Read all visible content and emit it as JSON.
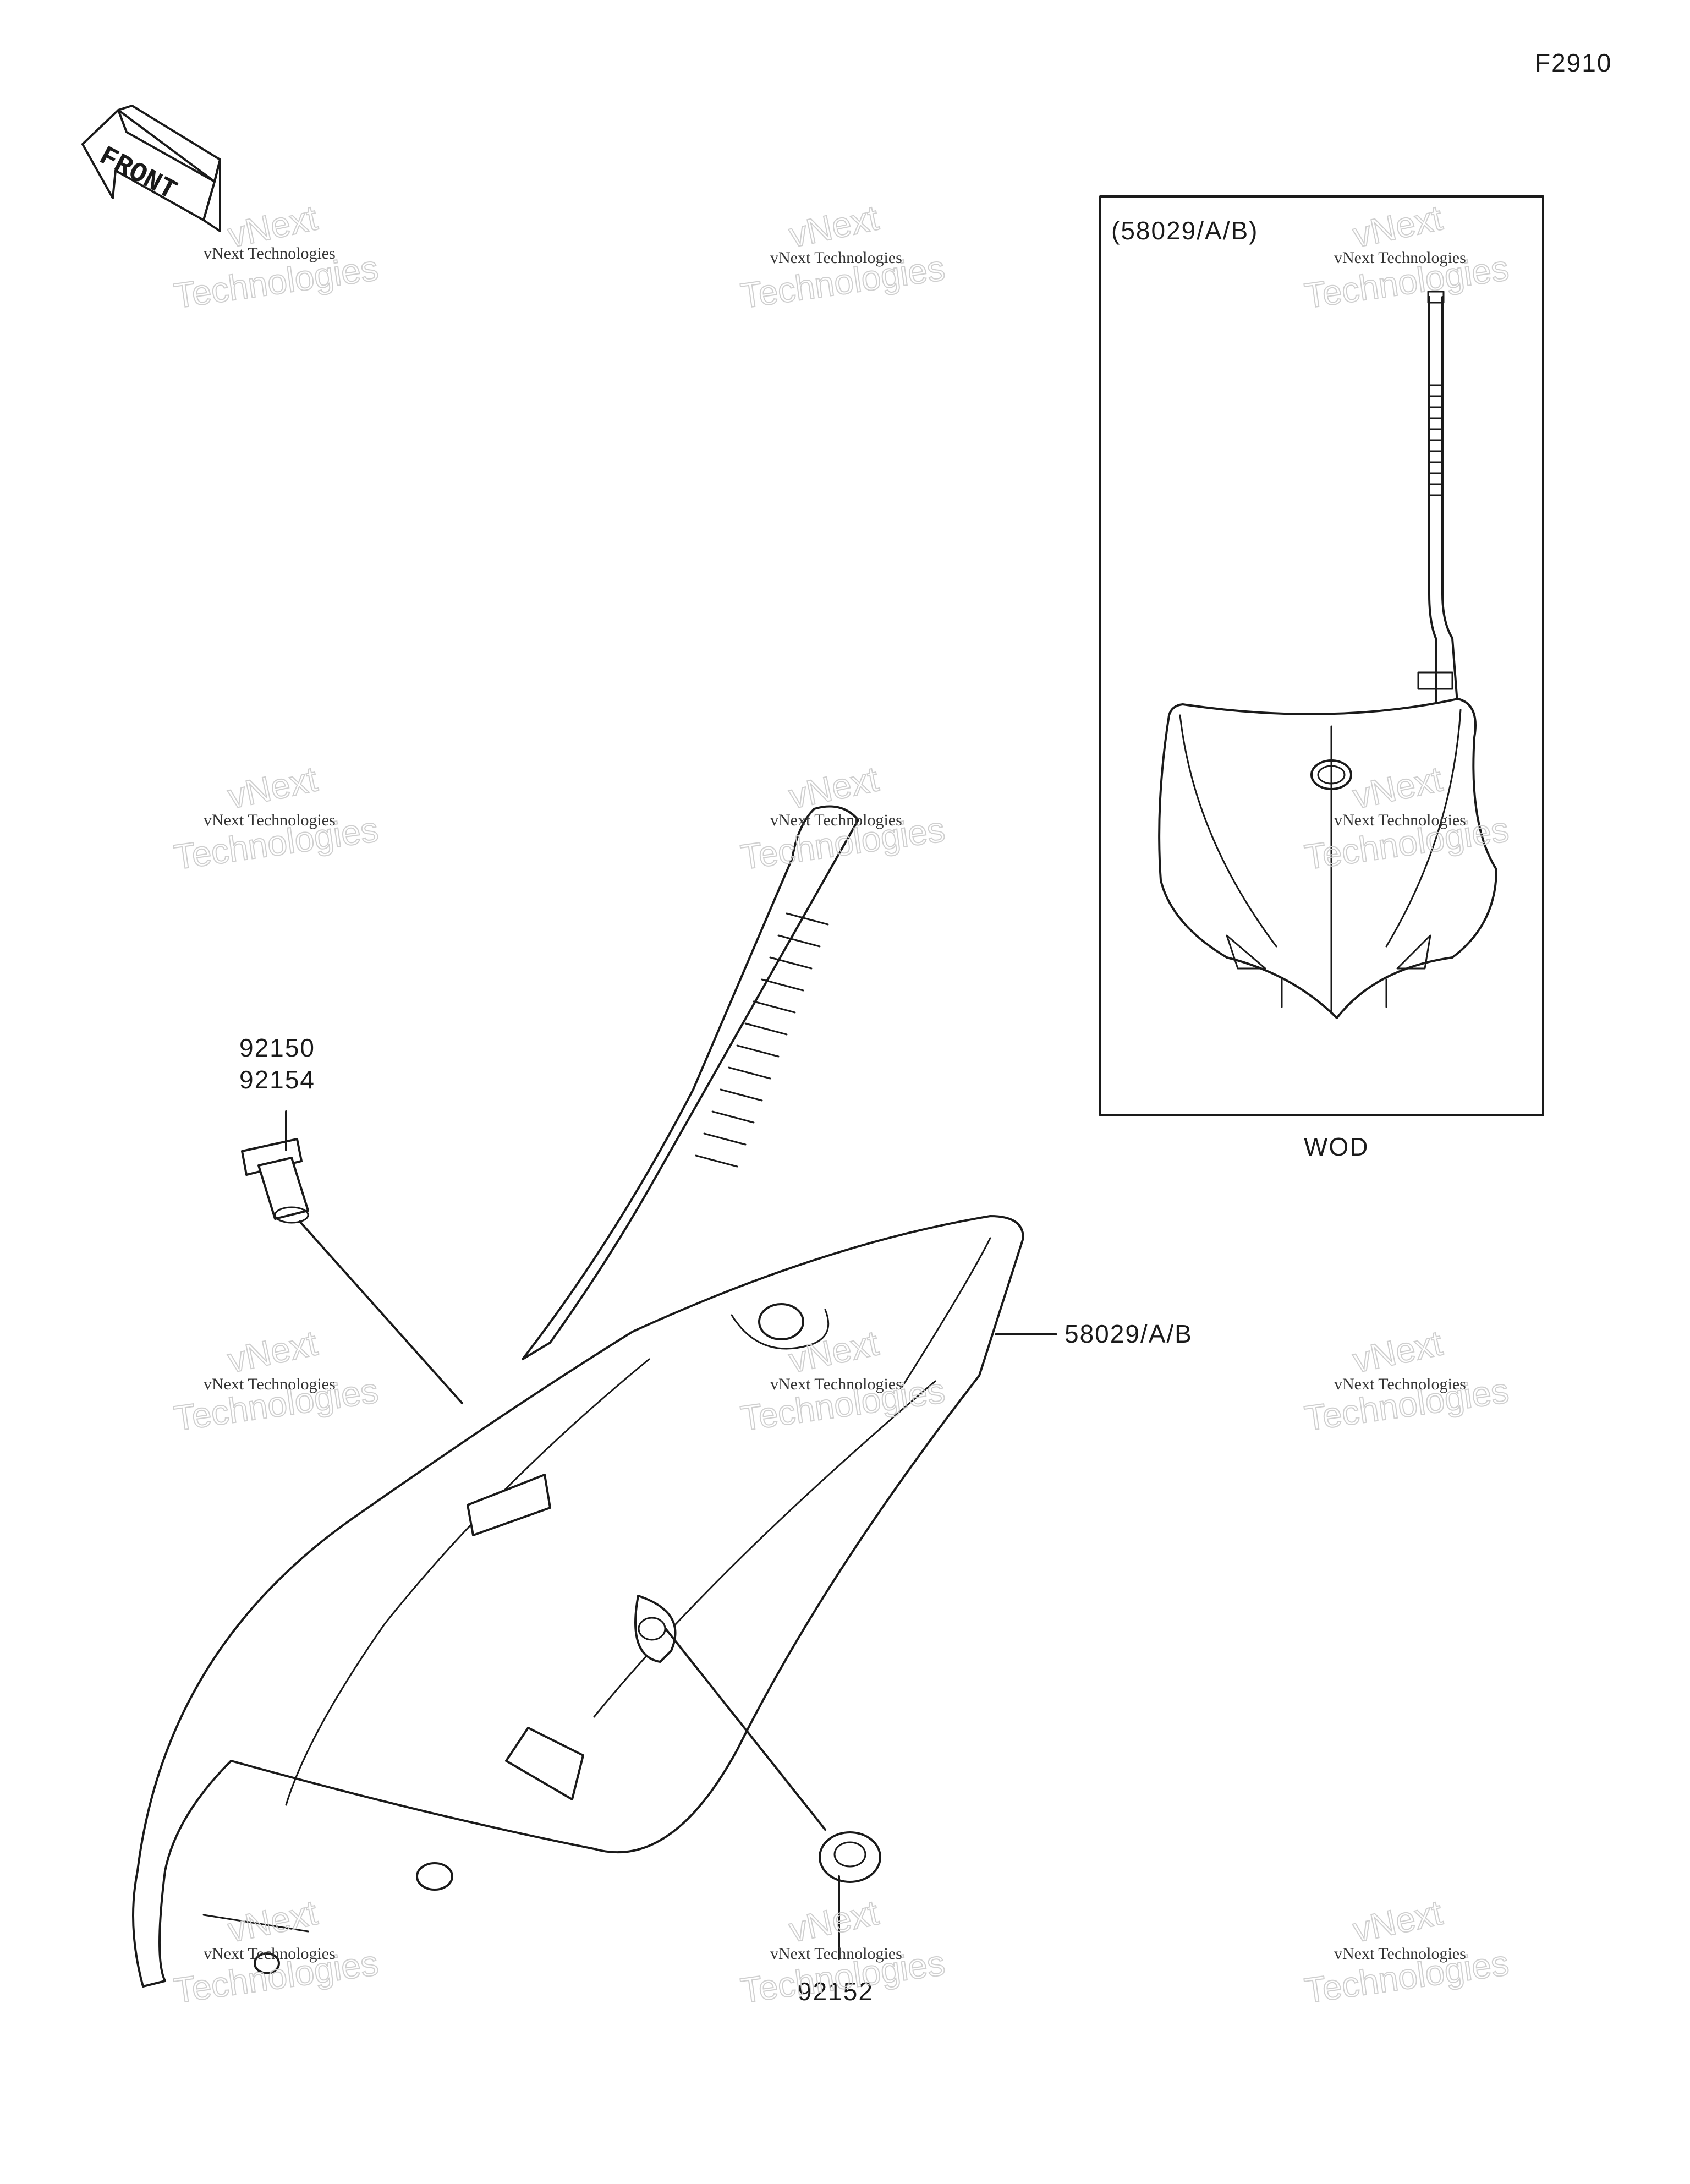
{
  "figure_code": "F2910",
  "front_label": "FRONT",
  "callouts": {
    "bolt_a": "92150",
    "bolt_b": "92154",
    "plate": "58029/A/B",
    "grommet": "92152"
  },
  "inset": {
    "part_ref": "(58029/A/B)",
    "caption": "WOD"
  },
  "watermark": {
    "line1": "vNext Technologies",
    "line2": "Technologies",
    "line3": "vNext"
  },
  "colors": {
    "ink": "#1a1a1a",
    "paper": "#ffffff"
  }
}
